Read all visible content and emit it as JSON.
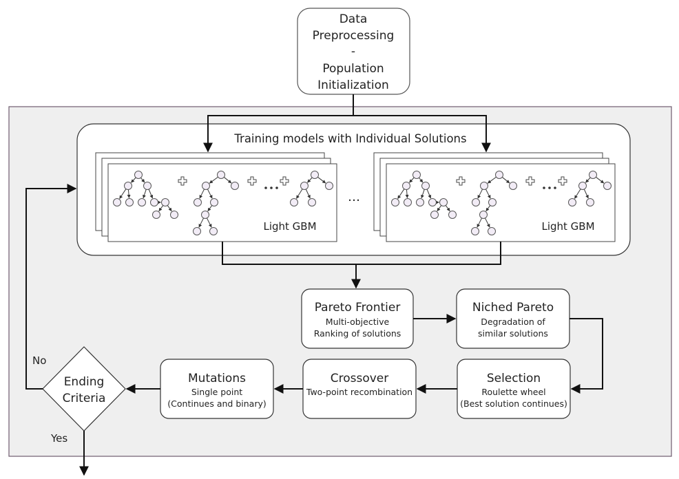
{
  "init_box": {
    "lines": [
      "Data",
      "Preprocessing",
      "-",
      "Population",
      "Initialization"
    ]
  },
  "training": {
    "title": "Training models with Individual Solutions",
    "model_label": "Light GBM",
    "between_models": "…",
    "between_trees": "•••"
  },
  "pareto_frontier": {
    "title": "Pareto Frontier",
    "lines": [
      "Multi-objective",
      "Ranking of solutions"
    ]
  },
  "niched_pareto": {
    "title": "Niched Pareto",
    "lines": [
      "Degradation of",
      "similar solutions"
    ]
  },
  "selection": {
    "title": "Selection",
    "lines": [
      "Roulette wheel",
      "(Best solution continues)"
    ]
  },
  "crossover": {
    "title": "Crossover",
    "lines": [
      "Two-point recombination"
    ]
  },
  "mutations": {
    "title": "Mutations",
    "lines": [
      "Single point",
      "(Continues and binary)"
    ]
  },
  "ending": {
    "lines": [
      "Ending",
      "Criteria"
    ],
    "no_label": "No",
    "yes_label": "Yes"
  }
}
